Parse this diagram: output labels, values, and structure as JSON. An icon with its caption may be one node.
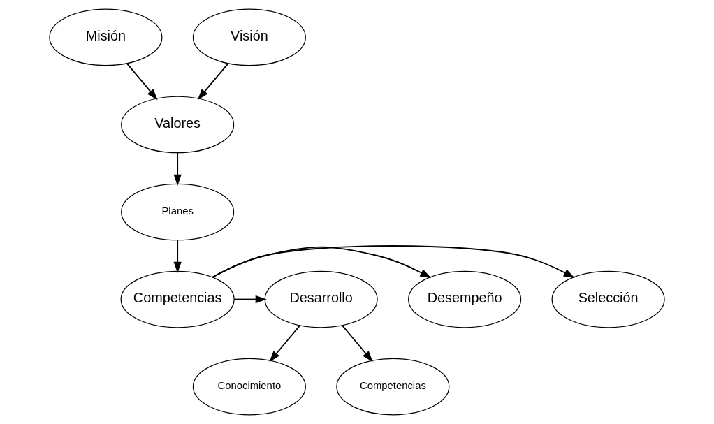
{
  "diagram": {
    "nodes": [
      {
        "text": [
          "Misión"
        ]
      },
      {
        "text": [
          "Visión"
        ]
      },
      {
        "text": [
          "Valores"
        ]
      },
      {
        "text": [
          "Planes"
        ]
      },
      {
        "text": [
          "Competencias"
        ]
      },
      {
        "text": [
          "Selección"
        ]
      },
      {
        "text": [
          "Desempeño"
        ]
      },
      {
        "text": [
          "Desarrollo"
        ]
      },
      {
        "text": [
          "Conocimiento"
        ]
      },
      {
        "text": [
          "Competencias"
        ]
      }
    ],
    "edges": [
      {
        "from": 0,
        "to": 2,
        "arrow": "to"
      },
      {
        "from": 1,
        "to": 2,
        "arrow": "to"
      },
      {
        "from": 2,
        "to": 3,
        "arrow": "to"
      },
      {
        "from": 3,
        "to": 4,
        "arrow": "to"
      },
      {
        "from": 4,
        "to": 5,
        "arrow": "to"
      },
      {
        "from": 4,
        "to": 6,
        "arrow": "to"
      },
      {
        "from": 4,
        "to": 7,
        "arrow": "to"
      },
      {
        "from": 7,
        "to": 8,
        "arrow": "to"
      },
      {
        "from": 7,
        "to": 9,
        "arrow": "to"
      }
    ]
  }
}
